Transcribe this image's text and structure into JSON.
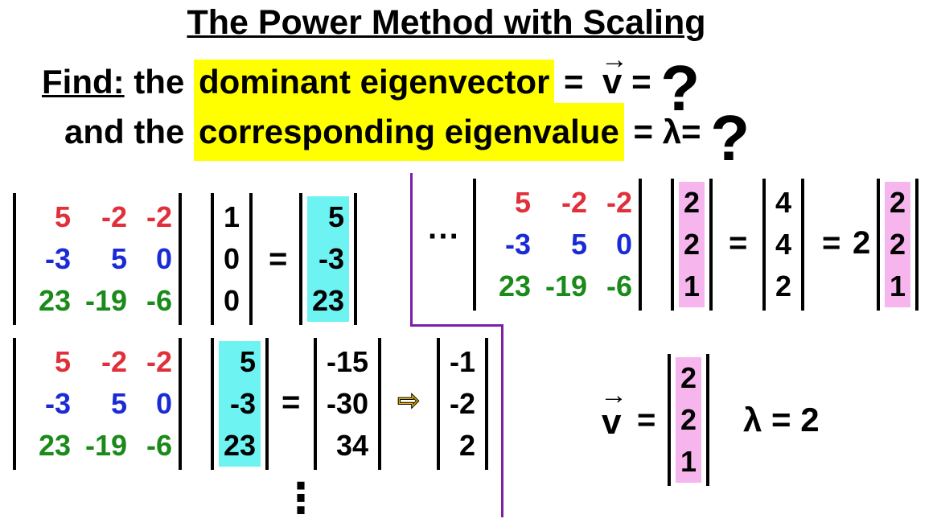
{
  "title": "The Power Method with Scaling",
  "find": {
    "label": "Find:",
    "line1_pre": "the",
    "line1_hl": "dominant eigenvector",
    "line1_eq": "=",
    "v": "v",
    "arrow": "→",
    "q": "?",
    "line2_pre": "and the",
    "line2_hl": "corresponding eigenvalue",
    "lambda": "λ",
    "eq": "="
  },
  "matrix_A": {
    "rows": [
      [
        "5",
        "-2",
        "-2"
      ],
      [
        "-3",
        "5",
        "0"
      ],
      [
        "23",
        "-19",
        "-6"
      ]
    ]
  },
  "iter1": {
    "x0": [
      "1",
      "0",
      "0"
    ],
    "result": [
      "5",
      "-3",
      "23"
    ]
  },
  "iter2": {
    "x1": [
      "5",
      "-3",
      "23"
    ],
    "result": [
      "-15",
      "-30",
      "34"
    ],
    "scaled": [
      "-1",
      "-2",
      "2"
    ]
  },
  "iter_final": {
    "ellipsis": "···",
    "x": [
      "2",
      "2",
      "1"
    ],
    "result": [
      "4",
      "4",
      "2"
    ],
    "factor": "2",
    "scaled": [
      "2",
      "2",
      "1"
    ]
  },
  "answer": {
    "v": [
      "2",
      "2",
      "1"
    ],
    "lambda_value": "2"
  },
  "vdots": "⋮",
  "implies": "⇨",
  "colors": {
    "row1": "#e0303a",
    "row2": "#1a2bd6",
    "row3": "#1a8a1a",
    "highlight": "#ffff00",
    "cyan": "#6ef3f3",
    "pink": "#f7b5ee",
    "divider": "#7a1fa8"
  }
}
